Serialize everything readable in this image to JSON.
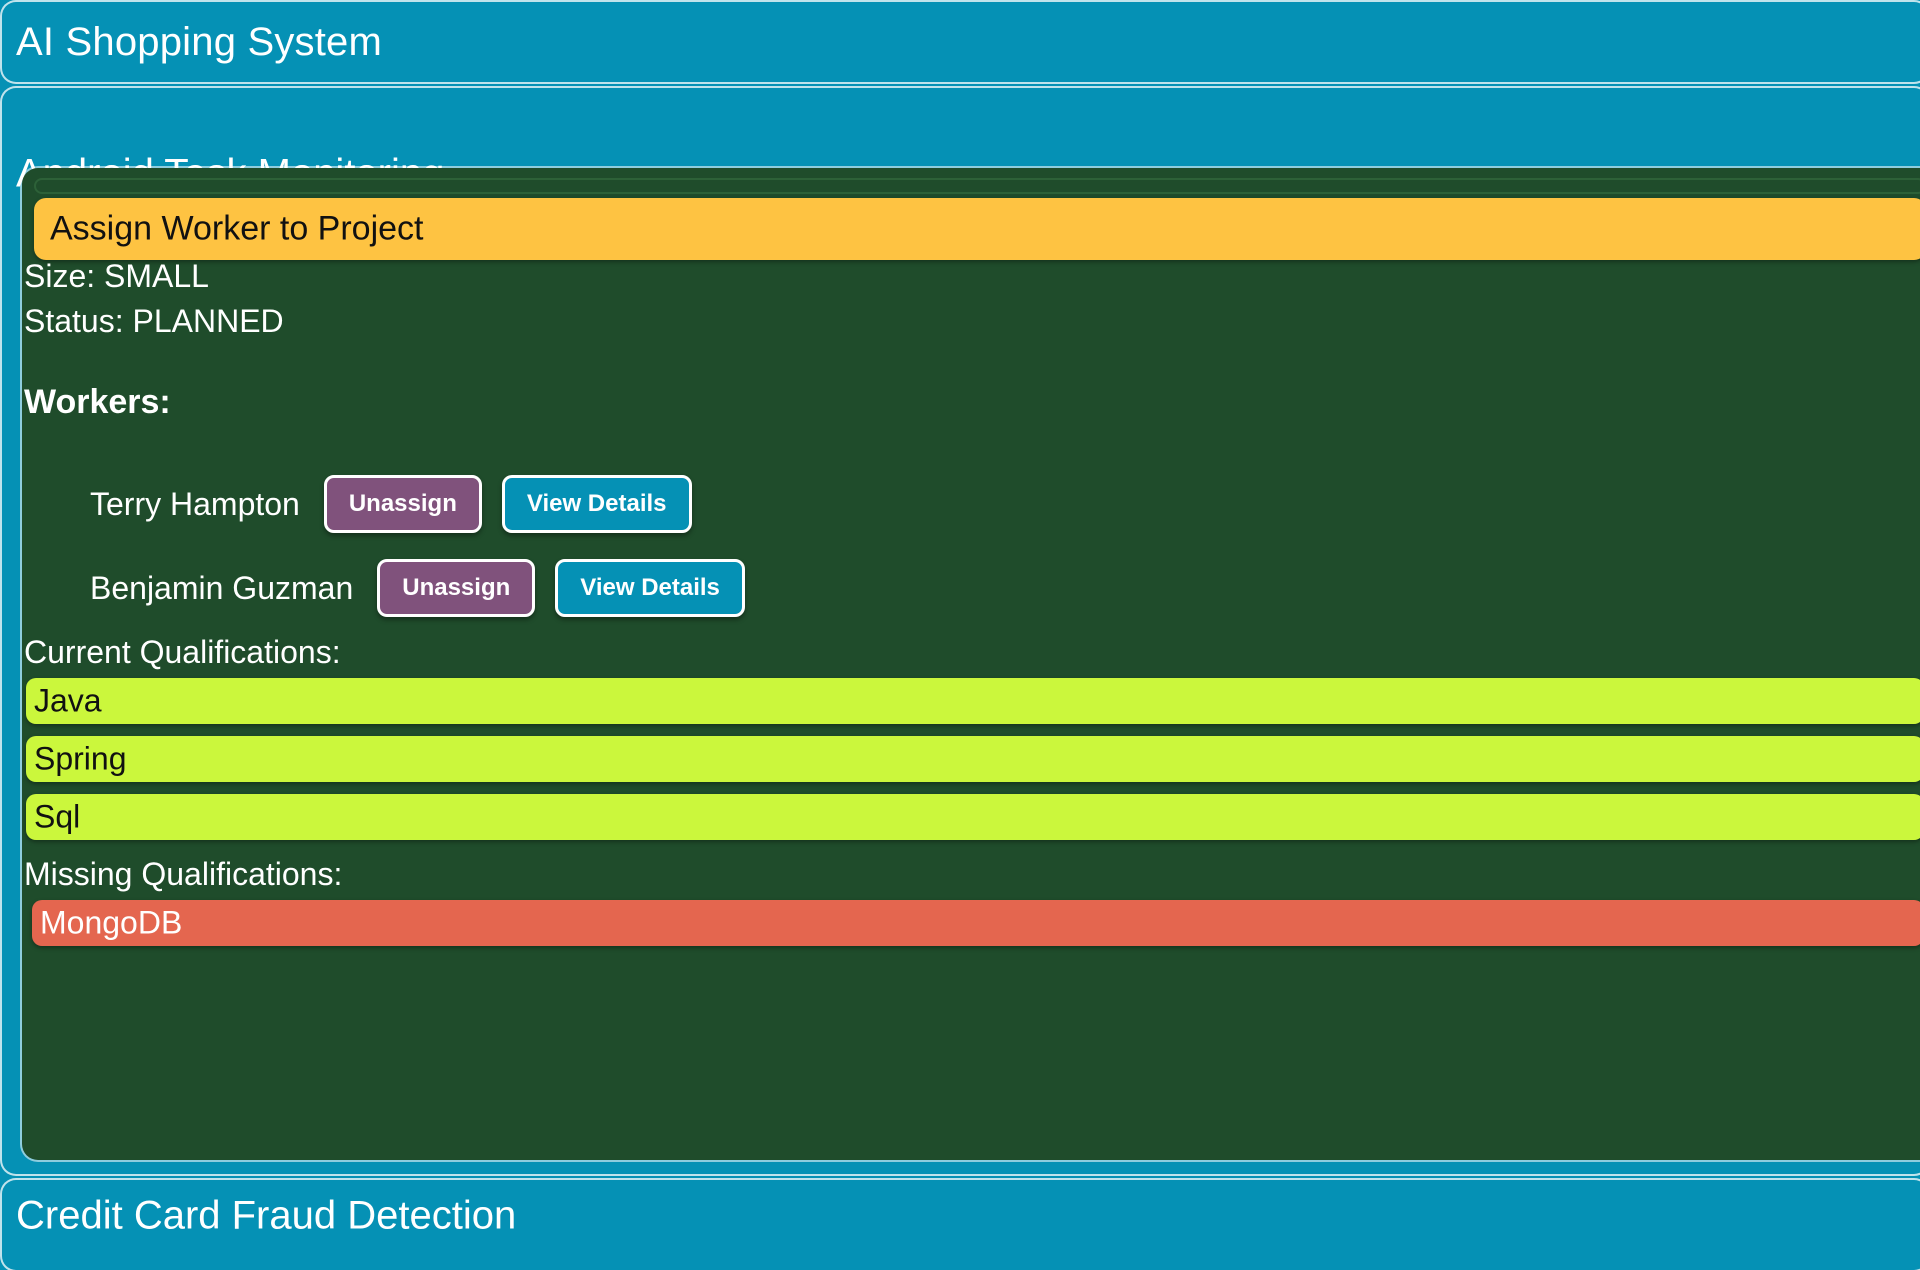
{
  "app": {
    "header_title": "AI Shopping System",
    "accent_teal": "#0591b5",
    "panel_green": "#1f4c2b",
    "title_orange": "#fec342",
    "qualification_green": "#cbf73c",
    "missing_red": "#e4664f",
    "unassign_purple": "#80527c"
  },
  "sections": {
    "android": {
      "title": "Android Task Monitoring",
      "task": {
        "title": "Assign Worker to Project",
        "size_line": "Size: SMALL",
        "status_line": "Status: PLANNED",
        "size_value": "SMALL",
        "status_value": "PLANNED",
        "workers_heading": "Workers:",
        "workers": [
          {
            "name": "Terry Hampton",
            "unassign_label": "Unassign",
            "details_label": "View Details"
          },
          {
            "name": "Benjamin Guzman",
            "unassign_label": "Unassign",
            "details_label": "View Details"
          }
        ],
        "current_qualifications_heading": "Current Qualifications:",
        "current_qualifications": [
          "Java",
          "Spring",
          "Sql"
        ],
        "missing_qualifications_heading": "Missing Qualifications:",
        "missing_qualifications": [
          "MongoDB"
        ]
      }
    },
    "fraud": {
      "title": "Credit Card Fraud Detection"
    }
  }
}
